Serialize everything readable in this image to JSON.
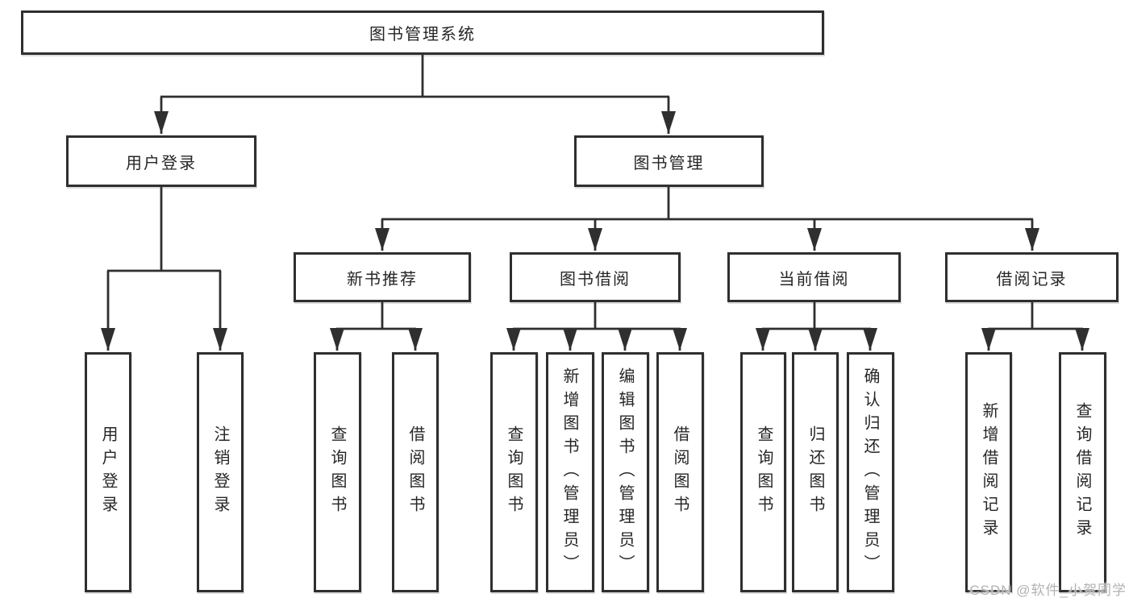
{
  "diagram": {
    "root": {
      "label": "图书管理系统"
    },
    "branches": [
      {
        "label": "用户登录",
        "children": [
          {
            "label": "用户登录"
          },
          {
            "label": "注销登录"
          }
        ]
      },
      {
        "label": "图书管理",
        "children": [
          {
            "label": "新书推荐",
            "children": [
              {
                "label": "查询图书"
              },
              {
                "label": "借阅图书"
              }
            ]
          },
          {
            "label": "图书借阅",
            "children": [
              {
                "label": "查询图书"
              },
              {
                "label": "新增图书（管理员）"
              },
              {
                "label": "编辑图书（管理员）"
              },
              {
                "label": "借阅图书"
              }
            ]
          },
          {
            "label": "当前借阅",
            "children": [
              {
                "label": "查询图书"
              },
              {
                "label": "归还图书"
              },
              {
                "label": "确认归还（管理员）"
              }
            ]
          },
          {
            "label": "借阅记录",
            "children": [
              {
                "label": "新增借阅记录"
              },
              {
                "label": "查询借阅记录"
              }
            ]
          }
        ]
      }
    ]
  },
  "watermark": {
    "text": "CSDN @软件_小贺同学"
  },
  "colors": {
    "line": "#2f2f2f",
    "text": "#262626",
    "background": "#ffffff",
    "watermark": "#b2b2b2"
  }
}
